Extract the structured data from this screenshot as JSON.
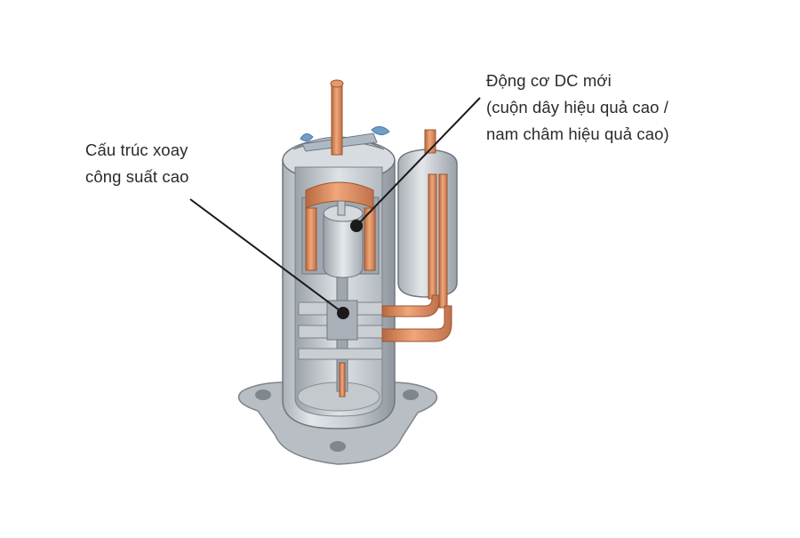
{
  "callouts": {
    "left": {
      "line1": "Cấu trúc xoay",
      "line2": "công suất cao"
    },
    "right": {
      "line1": "Động cơ DC mới",
      "line2": "(cuộn dây hiệu quả cao /",
      "line3": "nam châm hiệu quả cao)"
    }
  },
  "colors": {
    "copper": "#d98a5c",
    "shell": "#cfd3d8",
    "shell_dark": "#8e959d",
    "interior": "#e9ecef",
    "leader": "#1a1a1a"
  }
}
